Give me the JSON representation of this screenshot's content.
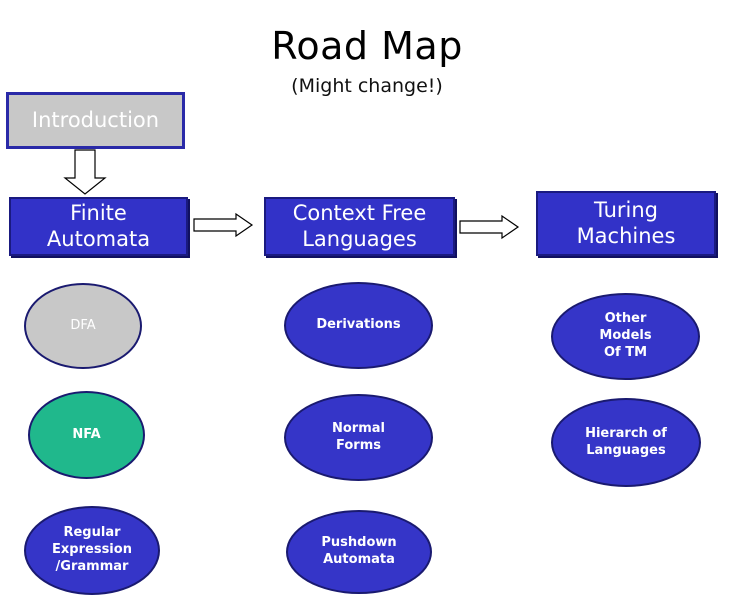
{
  "title": "Road Map",
  "subtitle": "(Might change!)",
  "intro": "Introduction",
  "topics": {
    "finite": "Finite\nAutomata",
    "cfl": "Context Free\nLanguages",
    "turing": "Turing\nMachines"
  },
  "subtopics": {
    "dfa": "DFA",
    "nfa": "NFA",
    "regular": "Regular\nExpression\n/Grammar",
    "derivations": "Derivations",
    "normal_forms": "Normal\nForms",
    "pushdown": "Pushdown\nAutomata",
    "other_models": "Other\nModels\nOf   TM",
    "hierarchy": "Hierarch of\nLanguages"
  },
  "colors": {
    "topic_blue": "#3232c8",
    "intro_gray": "#c8c8c8",
    "dfa_gray": "#c8c8c8",
    "nfa_green": "#20b88c"
  }
}
